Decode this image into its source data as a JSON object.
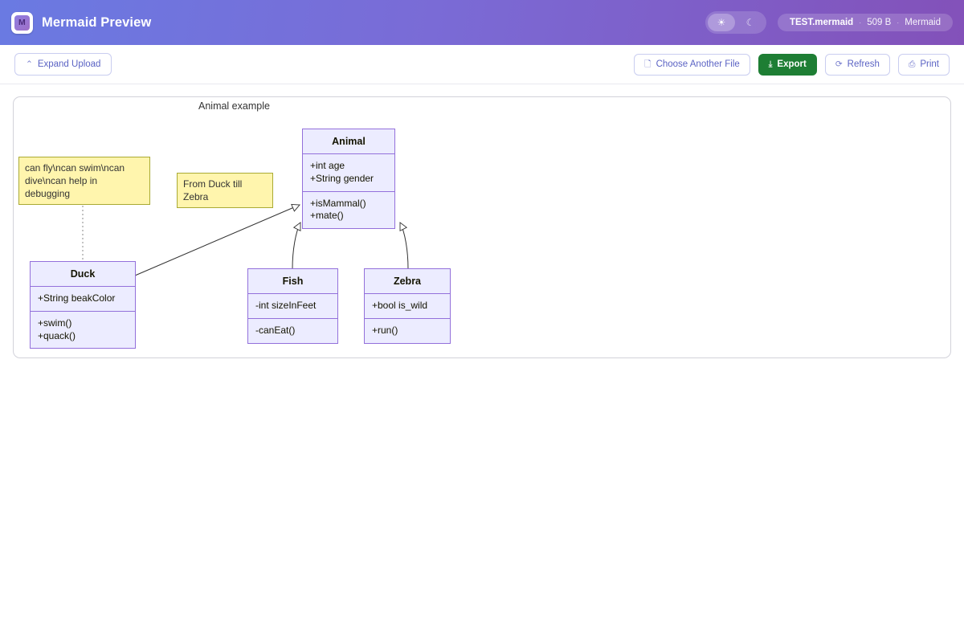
{
  "header": {
    "logo_letter": "M",
    "app_title": "Mermaid Preview",
    "theme": {
      "light_icon": "☀",
      "dark_icon": "☾"
    },
    "file_pill": {
      "filename": "TEST.mermaid",
      "sep": "·",
      "filesize": "509 B",
      "filetype": "Mermaid"
    }
  },
  "toolbar": {
    "expand_upload": {
      "label": "Expand Upload",
      "icon": "⌃"
    },
    "choose_file": {
      "label": "Choose Another File",
      "icon": "🗋"
    },
    "export": {
      "label": "Export",
      "icon": "⤓"
    },
    "refresh": {
      "label": "Refresh",
      "icon": "⟳"
    },
    "print": {
      "label": "Print",
      "icon": "⎙"
    }
  },
  "diagram": {
    "title": "Animal example",
    "type": "class-diagram",
    "classes": [
      {
        "name": "Animal",
        "attributes": [
          "+int age",
          "+String gender"
        ],
        "methods": [
          "+isMammal()",
          "+mate()"
        ]
      },
      {
        "name": "Duck",
        "attributes": [
          "+String beakColor"
        ],
        "methods": [
          "+swim()",
          "+quack()"
        ]
      },
      {
        "name": "Fish",
        "attributes": [
          "-int sizeInFeet"
        ],
        "methods": [
          "-canEat()"
        ]
      },
      {
        "name": "Zebra",
        "attributes": [
          "+bool is_wild"
        ],
        "methods": [
          "+run()"
        ]
      }
    ],
    "notes": [
      {
        "id": "duck-note",
        "text": "can fly\\ncan swim\\ncan dive\\ncan help in debugging"
      },
      {
        "id": "range-note",
        "text": "From Duck till Zebra"
      }
    ],
    "relations": [
      {
        "from": "Duck",
        "to": "Animal",
        "type": "inheritance"
      },
      {
        "from": "Fish",
        "to": "Animal",
        "type": "inheritance"
      },
      {
        "from": "Zebra",
        "to": "Animal",
        "type": "inheritance"
      }
    ],
    "colors": {
      "class_fill": "#ececff",
      "class_border": "#9370db",
      "note_fill": "#fff5ad",
      "note_border": "#aaaa33"
    }
  }
}
